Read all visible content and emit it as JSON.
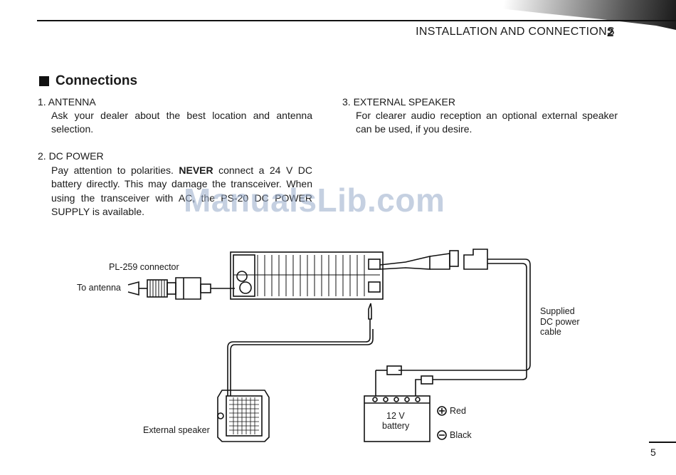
{
  "header": {
    "title": "INSTALLATION AND CONNECTIONS",
    "chapter": "2"
  },
  "section": {
    "title": "Connections"
  },
  "items": [
    {
      "title": "1. ANTENNA",
      "body": "Ask your dealer about the best location and antenna selection."
    },
    {
      "title": "2. DC POWER",
      "body_pre": "Pay attention to polarities. ",
      "body_bold": "NEVER",
      "body_post": " connect a 24 V DC battery directly. This may damage the transceiver. When using the transceiver with AC, the PS-20 DC POWER SUPPLY is available."
    },
    {
      "title": "3. EXTERNAL SPEAKER",
      "body": "For clearer audio reception an optional external speaker can be used, if you desire."
    }
  ],
  "watermark": "ManualsLib.com",
  "diagram": {
    "connector_label": "PL-259 connector",
    "antenna_label": "To antenna",
    "speaker_label": "External speaker",
    "cable_label_1": "Supplied",
    "cable_label_2": "DC power",
    "cable_label_3": "cable",
    "battery_line1": "12 V",
    "battery_line2": "battery",
    "red_label": "Red",
    "black_label": "Black"
  },
  "footer": {
    "page": "5"
  }
}
